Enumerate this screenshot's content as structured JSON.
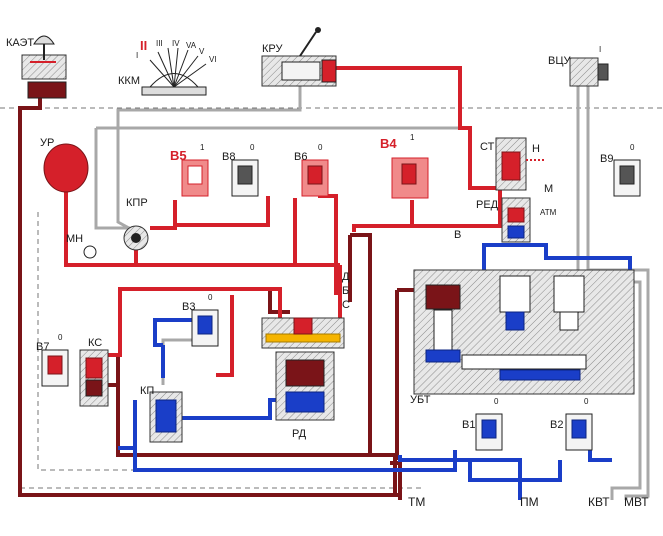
{
  "labels": {
    "kaet": "КАЭТ",
    "kkm": "ККМ",
    "kru": "КРУ",
    "vtsu": "ВЦУ",
    "ur": "УР",
    "mn": "МН",
    "kpr": "КПР",
    "st": "СТ",
    "n": "Н",
    "m": "М",
    "atm": "АТМ",
    "red": "РЕД",
    "v": "В",
    "d": "Д",
    "b": "Б",
    "s": "С",
    "v3": "В3",
    "v5": "В5",
    "v8": "В8",
    "v6": "В6",
    "v4": "В4",
    "v9": "В9",
    "v7": "В7",
    "ks": "КС",
    "kp": "КП",
    "rd": "РД",
    "ubt": "УБТ",
    "v1": "В1",
    "v2": "В2",
    "tm": "ТМ",
    "pm": "ПМ",
    "kvt": "КВТ",
    "mvt": "МВТ",
    "vtsu_pos": "I",
    "valve_zero": "0",
    "valve_one": "1"
  },
  "kkm_positions": [
    "I",
    "II",
    "III",
    "IV",
    "VA",
    "V",
    "VI"
  ],
  "colors": {
    "red": "#d5202a",
    "dark_red": "#7a1418",
    "blue": "#1a3ec8",
    "gray": "#9a9a9a",
    "pink": "#f08a8a",
    "yellow": "#f5b400"
  }
}
